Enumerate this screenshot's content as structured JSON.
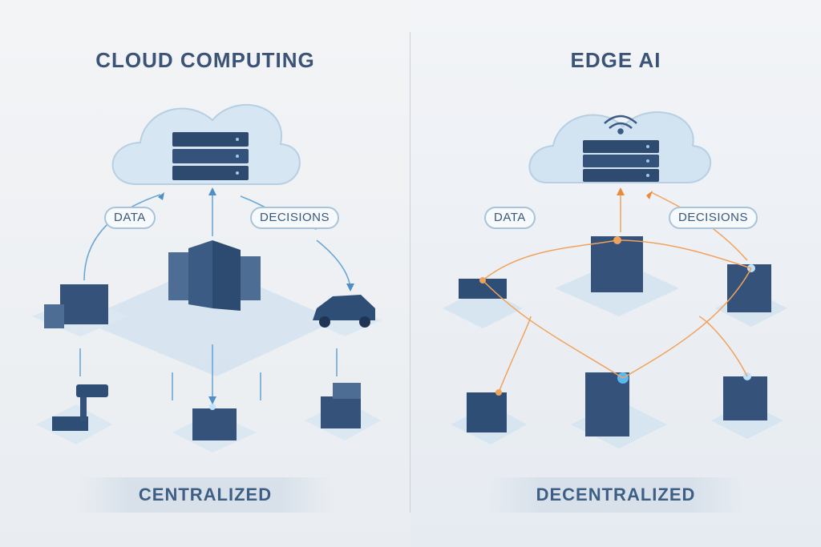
{
  "left": {
    "title": "CLOUD COMPUTING",
    "data_label": "DATA",
    "decisions_label": "DECISIONS",
    "footer": "CENTRALIZED"
  },
  "right": {
    "title": "EDGE AI",
    "data_label": "DATA",
    "decisions_label": "DECISIONS",
    "footer": "DECENTRALIZED"
  },
  "colors": {
    "primary": "#3a5377",
    "accent_orange": "#f0a35c",
    "flow_blue": "#6aa7d6",
    "cloud_fill": "#d6e6f2"
  }
}
